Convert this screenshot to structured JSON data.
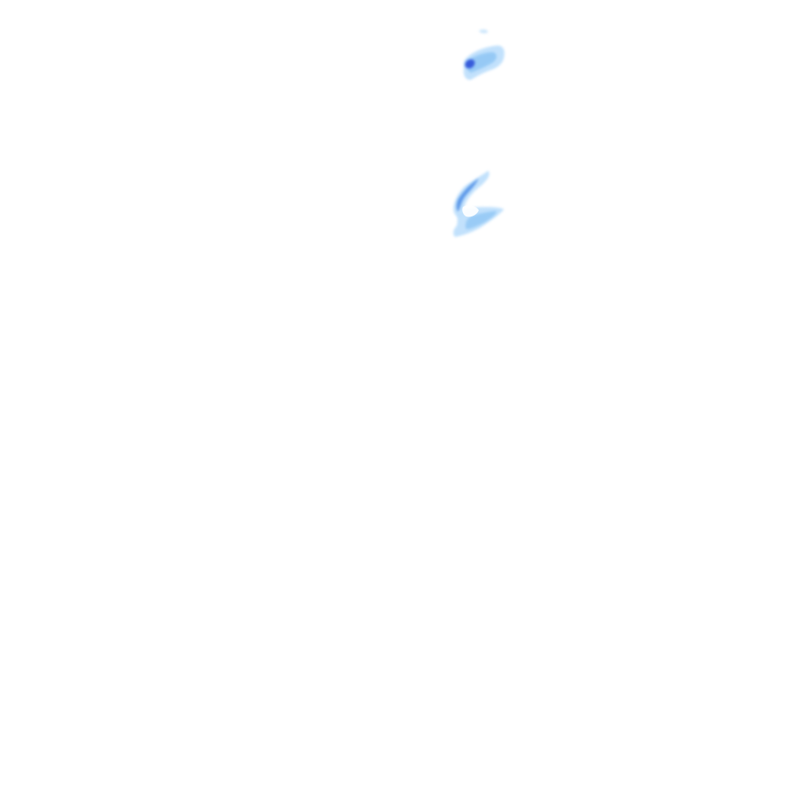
{
  "map": {
    "layer": "precipitation-radar-tile",
    "background_color": "#ffffff",
    "echo_palette": {
      "light": "#bfe0fc",
      "medium": "#8cc4f4",
      "strong": "#4f8fe6",
      "heavy": "#2d50d8"
    },
    "echoes": [
      {
        "name": "precip-echo-north",
        "intensity_levels": [
          "light",
          "medium",
          "heavy"
        ]
      },
      {
        "name": "precip-echo-south",
        "intensity_levels": [
          "light",
          "medium",
          "strong"
        ]
      }
    ]
  }
}
